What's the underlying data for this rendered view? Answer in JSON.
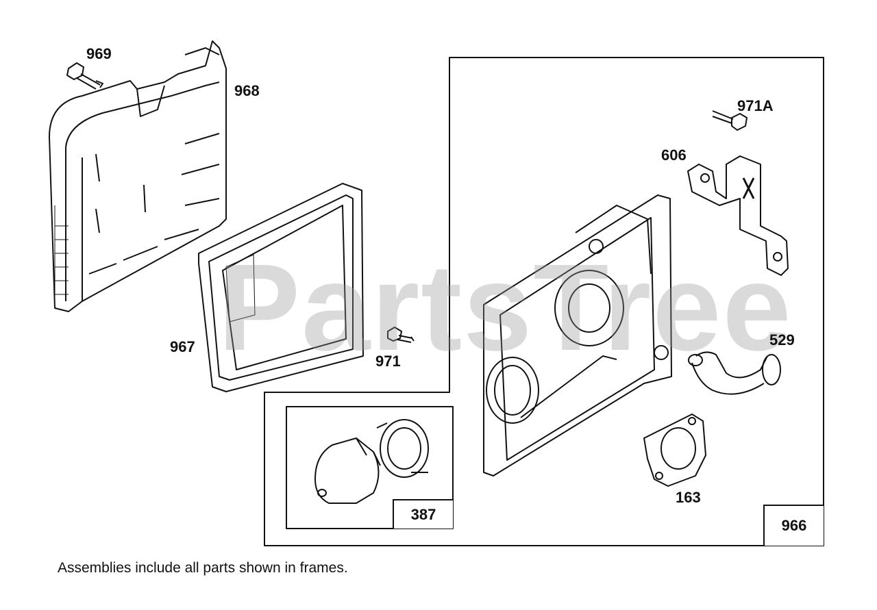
{
  "watermark": "PartsTree",
  "callouts": {
    "p969": "969",
    "p968": "968",
    "p967": "967",
    "p971": "971",
    "p971a": "971A",
    "p606": "606",
    "p529": "529",
    "p163": "163"
  },
  "frames": {
    "assembly_966": "966",
    "assembly_387": "387"
  },
  "footnote": "Assemblies include all parts shown in frames."
}
